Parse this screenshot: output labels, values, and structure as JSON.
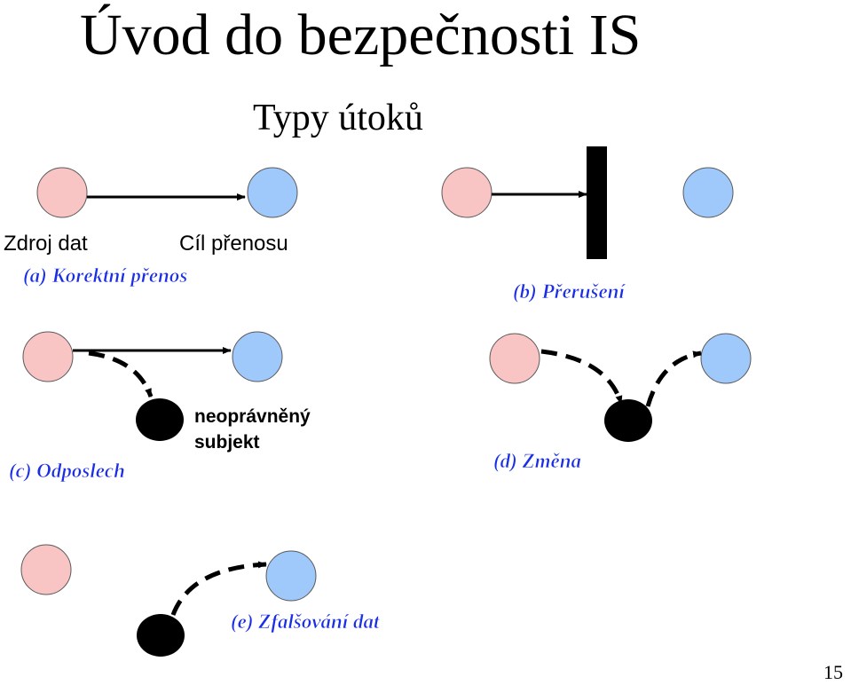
{
  "title": "Úvod do bezpečnosti IS",
  "subtitle": "Typy útoků",
  "page_number": "15",
  "colors": {
    "source_node": "#f8c4c4",
    "target_node": "#9fc8fb",
    "attacker_node": "#000000",
    "caption_text": "#1a2ee6"
  },
  "panels": {
    "a": {
      "source_label": "Zdroj dat",
      "target_label": "Cíl přenosu",
      "caption": "(a) Korektní přenos"
    },
    "b": {
      "caption": "(b) Přerušení"
    },
    "c": {
      "attacker_label_line1": "neoprávněný",
      "attacker_label_line2": "subjekt",
      "caption": "(c) Odposlech"
    },
    "d": {
      "caption": "(d) Změna"
    },
    "e": {
      "caption": "(e) Zfalšování dat"
    }
  }
}
